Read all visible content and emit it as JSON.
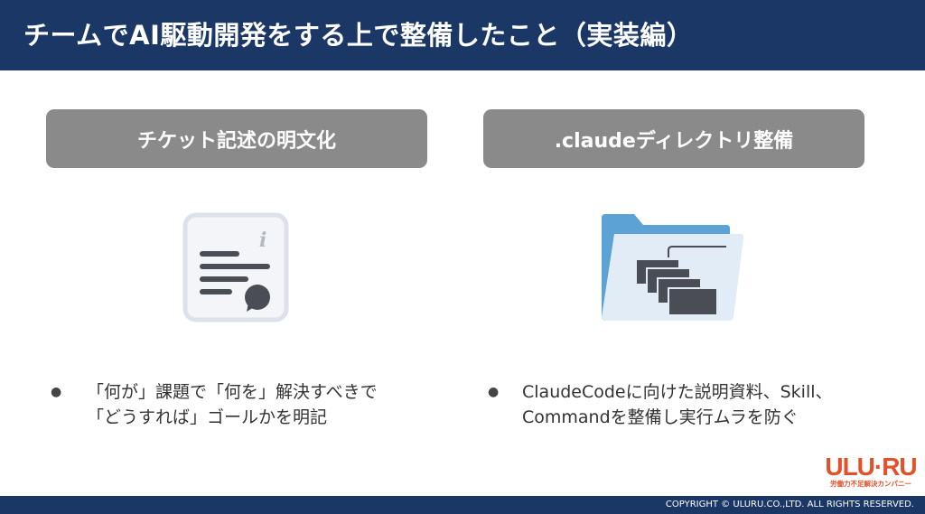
{
  "title": "チームでAI駆動開発をする上で整備したこと（実装編）",
  "columns": [
    {
      "heading": "チケット記述の明文化",
      "icon": "document-info-icon",
      "bullet": "「何が」課題で「何を」解決すべきで\n「どうすれば」ゴールかを明記"
    },
    {
      "heading": ".claudeディレクトリ整備",
      "icon": "folder-icon",
      "bullet": "ClaudeCodeに向けた説明資料、Skill、\nCommandを整備し実行ムラを防ぐ"
    }
  ],
  "bullet_char": "●",
  "logo": {
    "mark": "ULU·RU",
    "tagline": "労働力不足解決カンパニー"
  },
  "footer": "COPYRIGHT © ULURU.CO.,LTD. ALL RIGHTS RESERVED."
}
